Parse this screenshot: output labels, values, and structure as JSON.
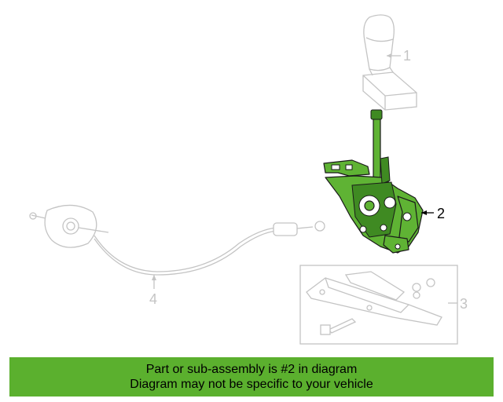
{
  "callouts": [
    {
      "number": "1",
      "part": "shift-knob",
      "highlighted": false
    },
    {
      "number": "2",
      "part": "shifter-assembly",
      "highlighted": true
    },
    {
      "number": "3",
      "part": "mounting-bracket-hardware",
      "highlighted": false
    },
    {
      "number": "4",
      "part": "shift-cable",
      "highlighted": false
    }
  ],
  "colors": {
    "highlight": "#5fb334",
    "ghost_part": "#c4c4c4",
    "banner_background": "#5bb02e",
    "text": "#000000"
  },
  "banner": {
    "line1": "Part or sub-assembly is #2 in diagram",
    "line2": "Diagram may not be specific to your vehicle"
  }
}
